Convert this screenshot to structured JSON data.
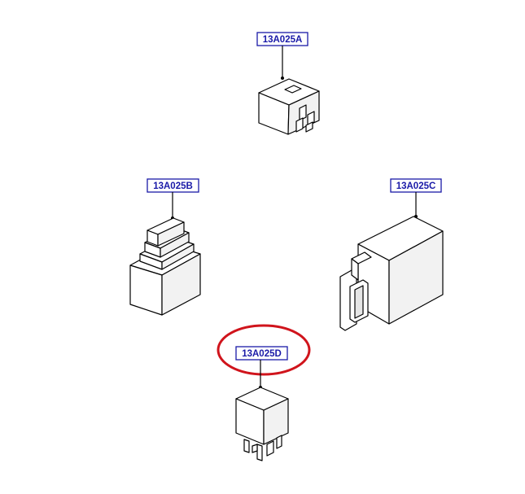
{
  "parts": [
    {
      "id": "a",
      "label": "13A025A"
    },
    {
      "id": "b",
      "label": "13A025B"
    },
    {
      "id": "c",
      "label": "13A025C"
    },
    {
      "id": "d",
      "label": "13A025D"
    }
  ],
  "highlight": {
    "target": "13A025D",
    "color": "#d0141c"
  },
  "colors": {
    "label_text": "#1a1aa8",
    "label_border": "#1a1aa8",
    "line": "#000000"
  }
}
